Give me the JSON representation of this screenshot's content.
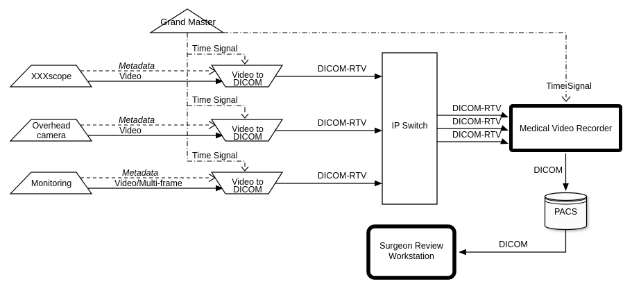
{
  "nodes": {
    "grand_master": "Grand Master",
    "sources": [
      [
        "XXXscope"
      ],
      [
        "Overhead",
        "camera"
      ],
      [
        "Monitoring"
      ]
    ],
    "converters": [
      [
        "Video to",
        "DICOM"
      ],
      [
        "Video to",
        "DICOM"
      ],
      [
        "Video to",
        "DICOM"
      ]
    ],
    "ip_switch": "IP Switch",
    "recorder": "Medical Video Recorder",
    "pacs": "PACS",
    "workstation": [
      "Surgeon Review",
      "Workstation"
    ]
  },
  "edges": {
    "time_signal_labels": [
      "Time Signal",
      "Time Signal",
      "Time Signal",
      "Time Signal"
    ],
    "metadata_labels": [
      "Metadata",
      "Metadata",
      "Metadata"
    ],
    "video_labels": [
      "Video",
      "Video",
      "Video/Multi-frame"
    ],
    "dicom_rtv_in_labels": [
      "DICOM-RTV",
      "DICOM-RTV",
      "DICOM-RTV"
    ],
    "dicom_rtv_out_labels": [
      "DICOM-RTV",
      "DICOM-RTV",
      "DICOM-RTV"
    ],
    "dicom_labels": [
      "DICOM",
      "DICOM"
    ]
  },
  "colors": {
    "line": "#000000",
    "background": "#ffffff",
    "node_fill": "#ffffff",
    "pacs_fill": "#fbfbfb"
  }
}
